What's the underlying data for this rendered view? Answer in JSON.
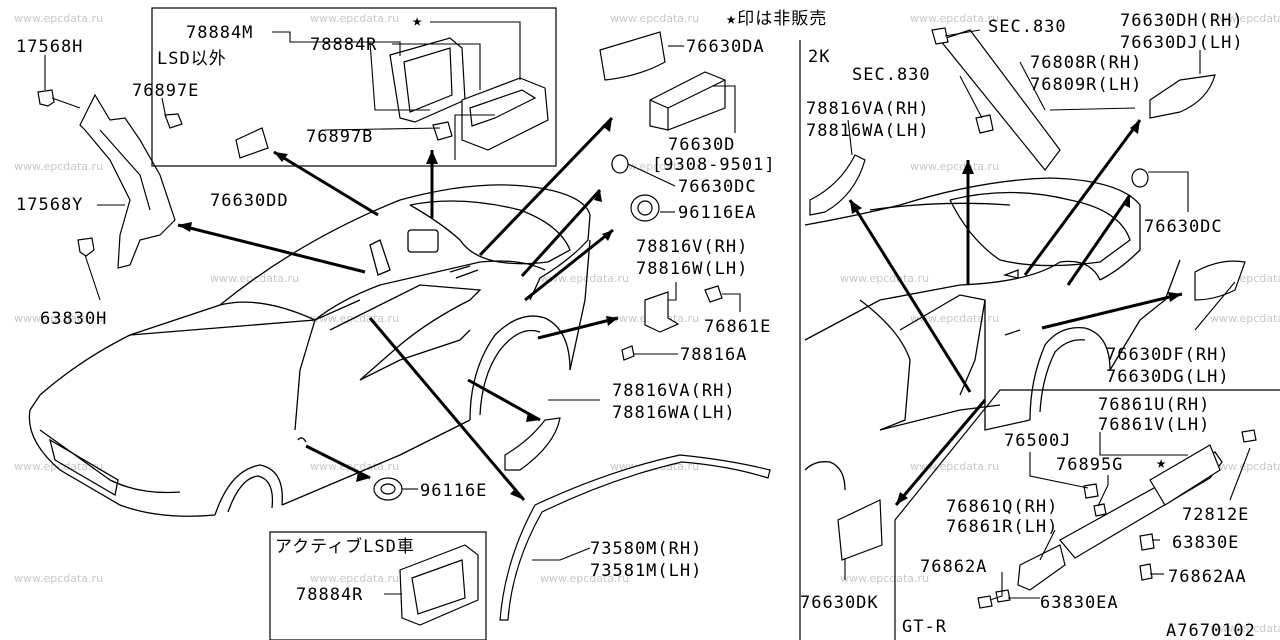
{
  "watermark": "www.epcdata.ru",
  "legend": "★印は非販売",
  "code": "A7670102",
  "sections": {
    "right_title": "2K",
    "gtr": "GT-R"
  },
  "boxes": {
    "lsd_other": "LSD以外",
    "active_lsd": "アクティブLSD車"
  },
  "labels": {
    "p17568H": "17568H",
    "p17568Y": "17568Y",
    "p63830H": "63830H",
    "p76897E": "76897E",
    "p76897B": "76897B",
    "p76630DD": "76630DD",
    "p78884M": "78884M",
    "p78884R": "78884R",
    "p78884R_active": "78884R",
    "p76630DA": "76630DA",
    "p76630D": "76630D",
    "p76630D_date": "[9308-9501]",
    "p76630DC_left": "76630DC",
    "p96116EA": "96116EA",
    "p78816V": "78816V(RH)",
    "p78816W": "78816W(LH)",
    "p76861E": "76861E",
    "p78816A": "78816A",
    "p78816VA_left": "78816VA(RH)",
    "p78816WA_left": "78816WA(LH)",
    "p96116E": "96116E",
    "p73580M": "73580M(RH)",
    "p73581M": "73581M(LH)",
    "pSEC830a": "SEC.830",
    "pSEC830b": "SEC.830",
    "p76630DH": "76630DH(RH)",
    "p76630DJ": "76630DJ(LH)",
    "p76808R": "76808R(RH)",
    "p76809R": "76809R(LH)",
    "p78816VA_right": "78816VA(RH)",
    "p78816WA_right": "78816WA(LH)",
    "p76630DC_right": "76630DC",
    "p76630DF": "76630DF(RH)",
    "p76630DG": "76630DG(LH)",
    "p76861U": "76861U(RH)",
    "p76861V": "76861V(LH)",
    "p76500J": "76500J",
    "p76895G": "76895G",
    "p76861Q": "76861Q(RH)",
    "p76861R": "76861R(LH)",
    "p72812E": "72812E",
    "p63830E": "63830E",
    "p76862A": "76862A",
    "p76862AA": "76862AA",
    "p63830EA": "63830EA",
    "p76630DK": "76630DK"
  }
}
